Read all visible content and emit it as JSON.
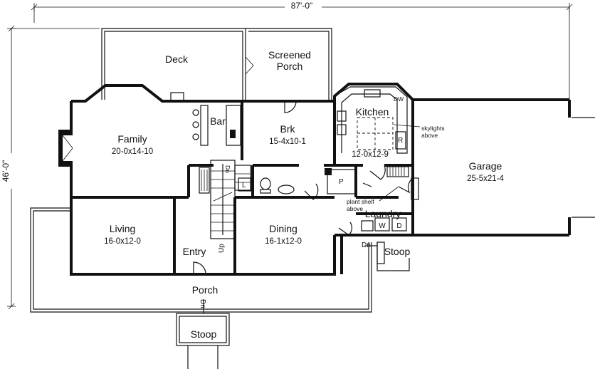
{
  "dimensions": {
    "width_label": "87'-0\"",
    "depth_label": "46'-0\""
  },
  "rooms": {
    "deck": {
      "name": "Deck"
    },
    "screened_porch": {
      "line1": "Screened",
      "line2": "Porch"
    },
    "family": {
      "name": "Family",
      "size": "20-0x14-10"
    },
    "bar": {
      "name": "Bar"
    },
    "brk": {
      "name": "Brk",
      "size": "15-4x10-1"
    },
    "kitchen": {
      "name": "Kitchen",
      "size": "12-0x12-9"
    },
    "garage": {
      "name": "Garage",
      "size": "25-5x21-4"
    },
    "living": {
      "name": "Living",
      "size": "16-0x12-0"
    },
    "entry": {
      "name": "Entry"
    },
    "dining": {
      "name": "Dining",
      "size": "16-1x12-0"
    },
    "laundry": {
      "name": "Laundry"
    },
    "porch": {
      "name": "Porch"
    },
    "stoop_front": {
      "name": "Stoop"
    },
    "stoop_side": {
      "name": "Stoop"
    }
  },
  "annotations": {
    "dw": "DW",
    "skylights_1": "skylights",
    "skylights_2": "above",
    "refrigerator": "R",
    "pantry": "P",
    "lav": "L",
    "plant_shelf_1": "plant shelf",
    "plant_shelf_2": "above",
    "washer": "W",
    "dryer": "D",
    "stair_up": "Up",
    "stair_dn": "Dn",
    "porch_dn": "Dn",
    "side_dn": "Dn"
  }
}
